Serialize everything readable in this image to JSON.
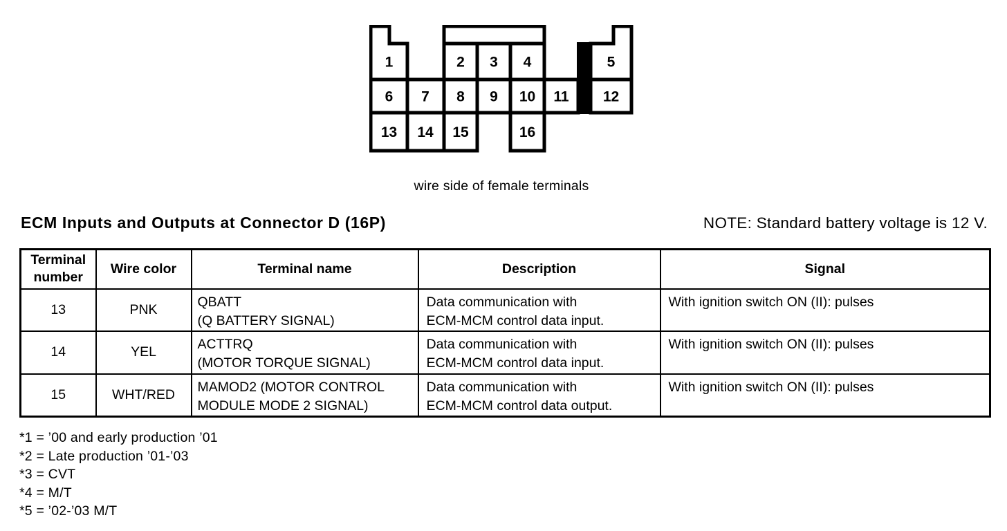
{
  "connector": {
    "caption": "wire side of female terminals",
    "pins": [
      "1",
      "2",
      "3",
      "4",
      "5",
      "6",
      "7",
      "8",
      "9",
      "10",
      "11",
      "12",
      "13",
      "14",
      "15",
      "16"
    ]
  },
  "header": {
    "title": "ECM Inputs and Outputs at Connector D (16P)",
    "note": "NOTE: Standard battery voltage is 12 V."
  },
  "table": {
    "columns": [
      "Terminal\nnumber",
      "Wire color",
      "Terminal name",
      "Description",
      "Signal"
    ],
    "rows": [
      {
        "terminal": "13",
        "wire_color": "PNK",
        "terminal_name": "QBATT\n(Q BATTERY SIGNAL)",
        "description": "Data communication with\nECM-MCM control data input.",
        "signal": "With ignition switch ON (II): pulses"
      },
      {
        "terminal": "14",
        "wire_color": "YEL",
        "terminal_name": "ACTTRQ\n(MOTOR TORQUE SIGNAL)",
        "description": "Data communication with\nECM-MCM control data input.",
        "signal": "With ignition switch ON (II): pulses"
      },
      {
        "terminal": "15",
        "wire_color": "WHT/RED",
        "terminal_name": "MAMOD2 (MOTOR CONTROL\nMODULE MODE 2 SIGNAL)",
        "description": "Data communication with\nECM-MCM control data output.",
        "signal": "With ignition switch ON (II): pulses"
      }
    ]
  },
  "footnotes": [
    "*1 = ’00 and early production ’01",
    "*2 = Late production ’01-’03",
    "*3 = CVT",
    "*4 = M/T",
    "*5 = ’02-’03 M/T"
  ],
  "colors": {
    "ink": "#000000",
    "paper": "#ffffff"
  }
}
